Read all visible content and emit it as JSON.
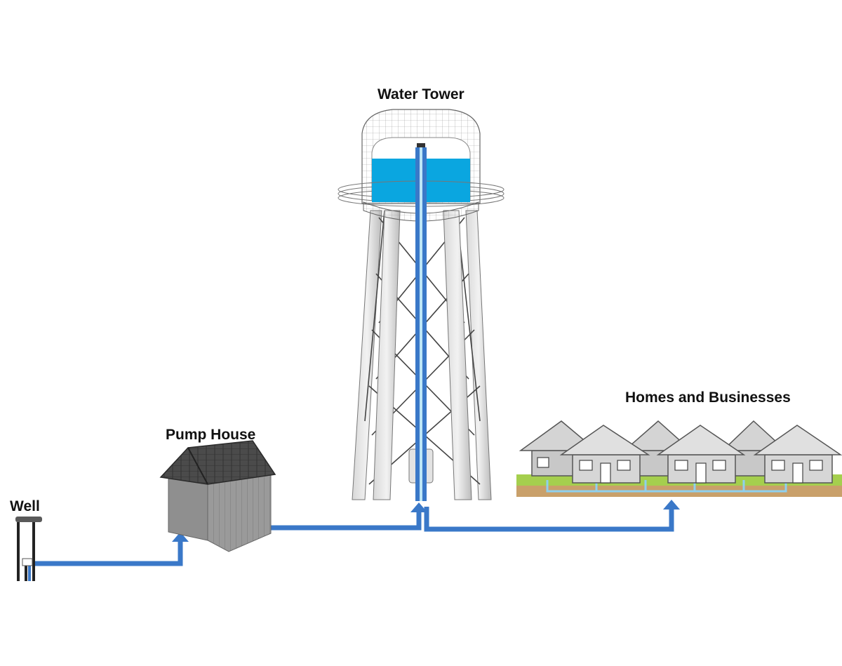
{
  "labels": {
    "water_tower": "Water Tower",
    "homes": "Homes and Businesses",
    "pump_house": "Pump House",
    "well": "Well"
  },
  "colors": {
    "pipe": "#3a78c8",
    "water": "#0aa6e0",
    "grass": "#a5cf4e",
    "soil": "#c9a06a",
    "roof": "#4a4a4a",
    "house_wall": "#c8c8c8"
  },
  "icons": [
    "well-icon",
    "pump-house-icon",
    "water-tower-icon",
    "houses-icon",
    "flow-arrow-icon"
  ]
}
